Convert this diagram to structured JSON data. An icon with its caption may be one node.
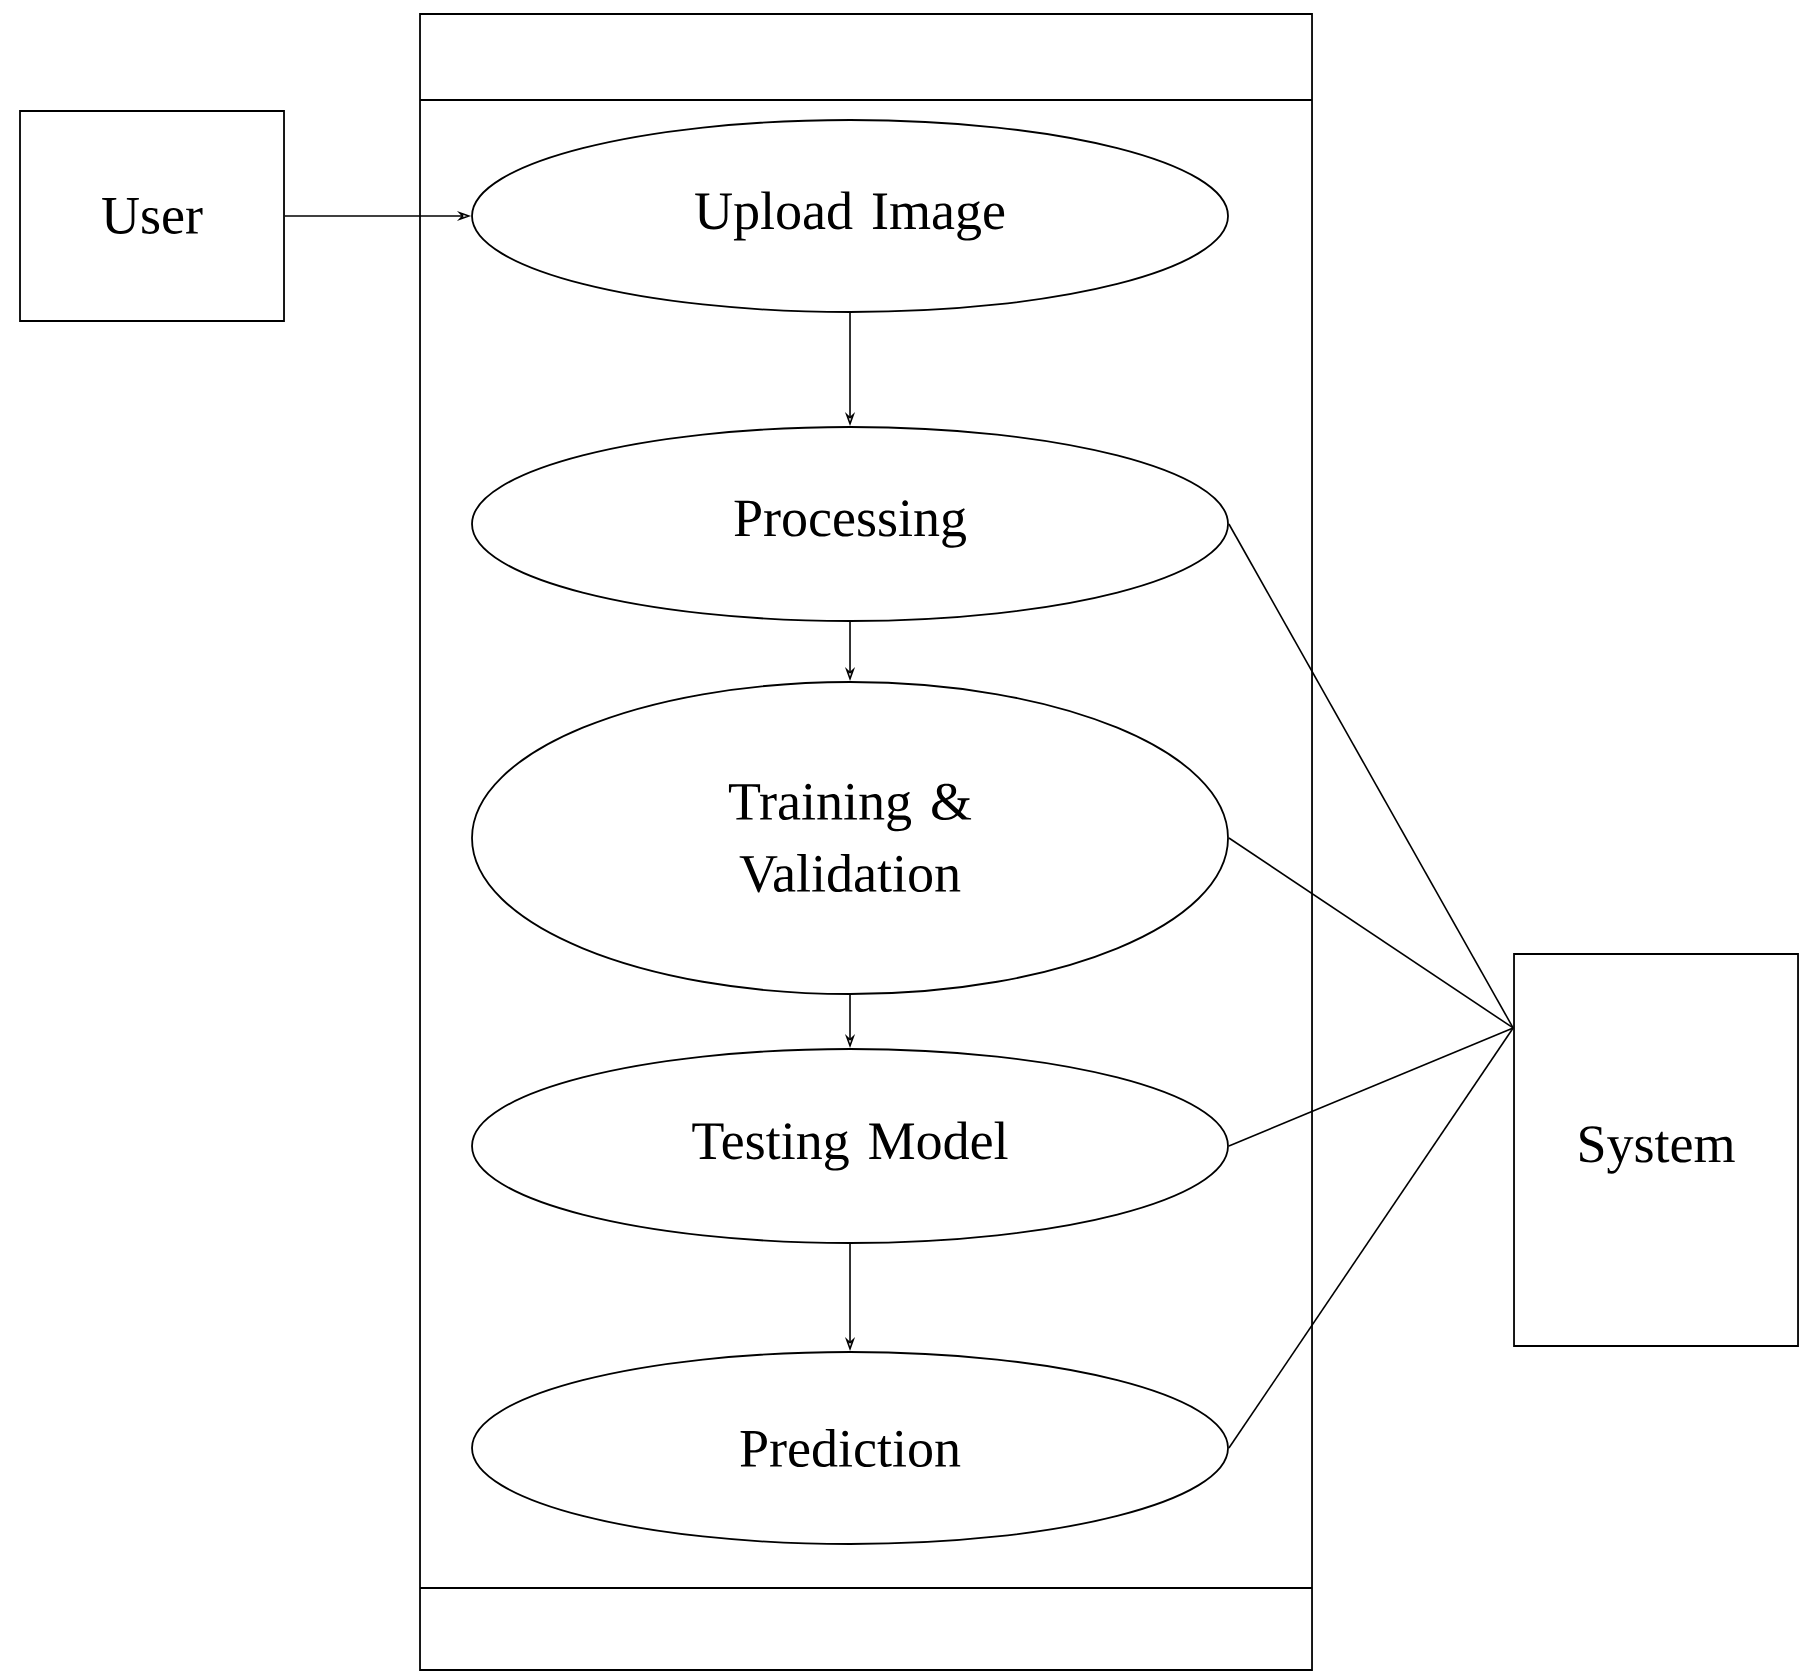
{
  "diagram": {
    "nodes": [
      {
        "text": [
          "User"
        ]
      },
      {
        "text": [],
        "shape": "box"
      },
      {
        "text": [
          "Upload Image"
        ],
        "in": 1
      },
      {
        "text": [
          "Processing"
        ],
        "in": 1
      },
      {
        "text": [
          "Training & Validation"
        ],
        "in": 1
      },
      {
        "text": [
          "Testing Model"
        ],
        "in": 1
      },
      {
        "text": [
          "Prediction"
        ],
        "in": 1
      },
      {
        "text": [
          "System"
        ]
      }
    ],
    "edges": [
      {
        "from": 0,
        "to": 2,
        "arrow": "to"
      },
      {
        "from": 2,
        "to": 3,
        "arrow": "to"
      },
      {
        "from": 3,
        "to": 4,
        "arrow": "to"
      },
      {
        "from": 4,
        "to": 5,
        "arrow": "to"
      },
      {
        "from": 5,
        "to": 6,
        "arrow": "to"
      },
      {
        "from": 3,
        "to": 7,
        "arrow": "none"
      },
      {
        "from": 4,
        "to": 7,
        "arrow": "none"
      },
      {
        "from": 5,
        "to": 7,
        "arrow": "none"
      },
      {
        "from": 6,
        "to": 7,
        "arrow": "none"
      }
    ]
  }
}
